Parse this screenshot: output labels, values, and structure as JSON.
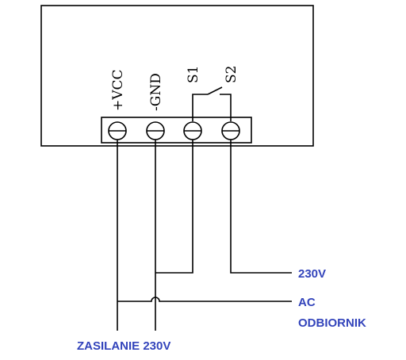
{
  "terminals": [
    {
      "label": "+VCC"
    },
    {
      "label": "-GND"
    },
    {
      "label": "S1"
    },
    {
      "label": "S2"
    }
  ],
  "labels": {
    "line_voltage": "230V",
    "ac": "AC",
    "load": "ODBIORNIK",
    "supply": "ZASILANIE 230V"
  },
  "colors": {
    "label_blue": "#3344bb",
    "line": "#000000"
  }
}
